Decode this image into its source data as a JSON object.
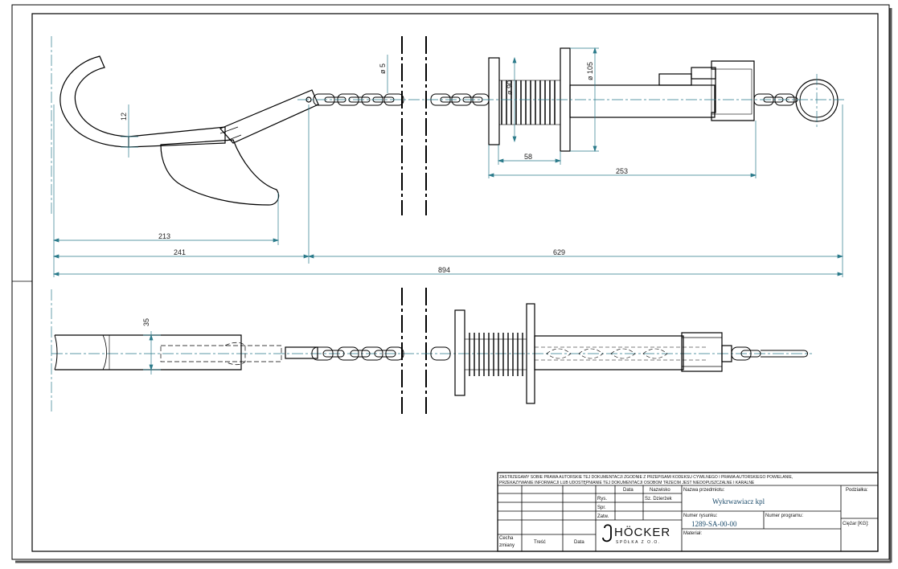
{
  "dimensions": {
    "d_213": "213",
    "d_241": "241",
    "d_629": "629",
    "d_894": "894",
    "d_58": "58",
    "d_253": "253",
    "d_12": "12",
    "d_phi5": "ø 5",
    "d_phi90": "ø 90",
    "d_phi105": "ø 105",
    "d_35": "35"
  },
  "title_block": {
    "copyright_line1": "ZASTRZEGAMY SOBIE PRAWA AUTORSKIE TEJ DOKUMENTACJI ZGODNIE Z PRZEPISAMI KODEKSU CYWILNEGO I PRAWA AUTORSKIEGO POWIELANIE,",
    "copyright_line2": "PRZEKAZYWANIE INFORMACJI LUB UDOSTĘPNIANIE TEJ DOKUMENTACJI OSOBOM TRZECIM JEST NIEDOPUSZCZALNE I KARALNE",
    "col_data": "Data",
    "col_nazwisko": "Nazwisko",
    "row_rys": "Rys.",
    "row_spr": "Spr.",
    "row_zatw": "Zatw.",
    "drawn_by": "Sz. Dzierżek",
    "label_nazwa": "Nazwa przedmiotu:",
    "value_nazwa": "Wykrwawiacz kpl",
    "label_numer_rysunku": "Numer rysunku:",
    "value_numer_rysunku": "1289-SA-00-00",
    "label_numer_programu": "Numer programu:",
    "label_material": "Materiał:",
    "label_podzialka": "Podziałka:",
    "label_ciezar": "Ciężar [KG]:",
    "label_cecha_1": "Cecha",
    "label_cecha_2": "zmiany",
    "label_tresc": "Treść",
    "label_data": "Data",
    "company_name": "HÖCKER",
    "company_sub": "SPÓŁKA Z O.O."
  }
}
